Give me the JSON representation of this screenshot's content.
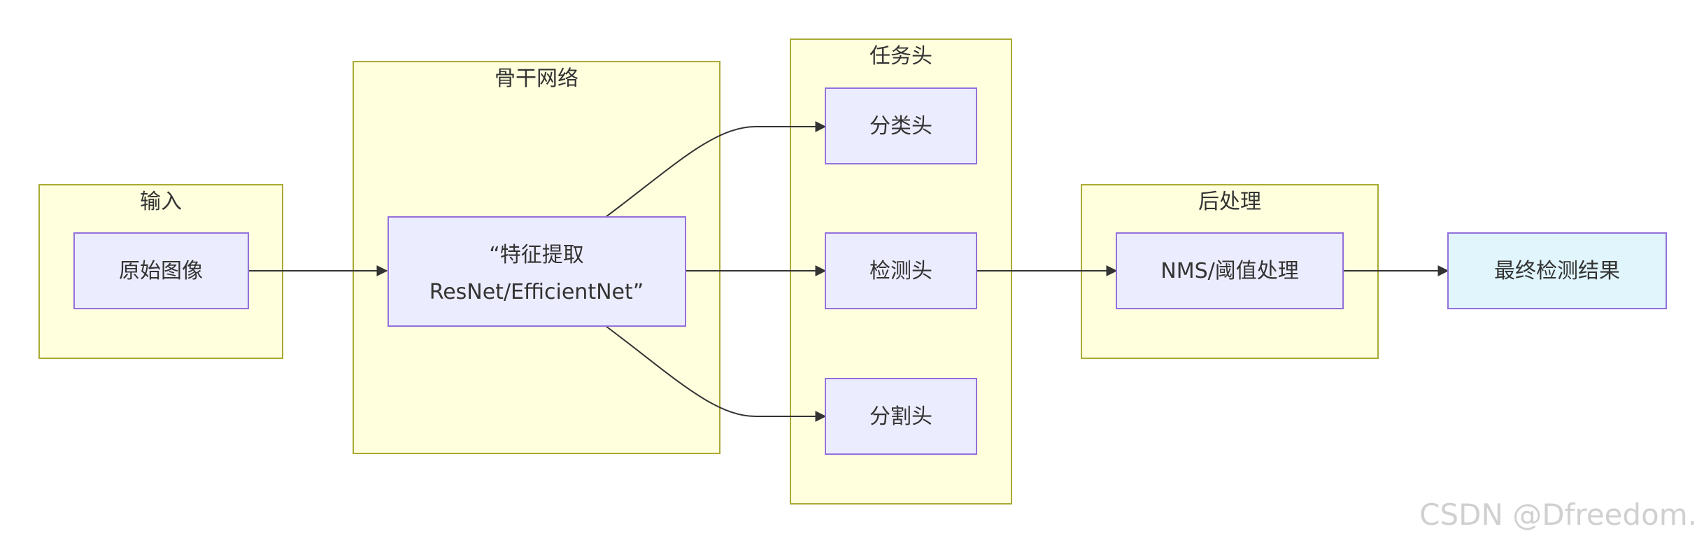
{
  "clusters": {
    "input": {
      "label": "输入"
    },
    "backbone": {
      "label": "骨干网络"
    },
    "heads": {
      "label": "任务头"
    },
    "post": {
      "label": "后处理"
    }
  },
  "nodes": {
    "raw_image": {
      "label": "原始图像"
    },
    "feature_line1": {
      "label": "“特征提取"
    },
    "feature_line2": {
      "label": "ResNet/EfficientNet”"
    },
    "cls_head": {
      "label": "分类头"
    },
    "det_head": {
      "label": "检测头"
    },
    "seg_head": {
      "label": "分割头"
    },
    "nms": {
      "label": "NMS/阈值处理"
    },
    "result": {
      "label": "最终检测结果"
    }
  },
  "watermark": "CSDN @Dfreedom.",
  "colors": {
    "cluster_fill": "#ffffde",
    "cluster_stroke": "#aaaa33",
    "node_fill": "#ececff",
    "node_stroke": "#9370db",
    "final_fill": "#e0f5fc",
    "edge": "#333333"
  }
}
